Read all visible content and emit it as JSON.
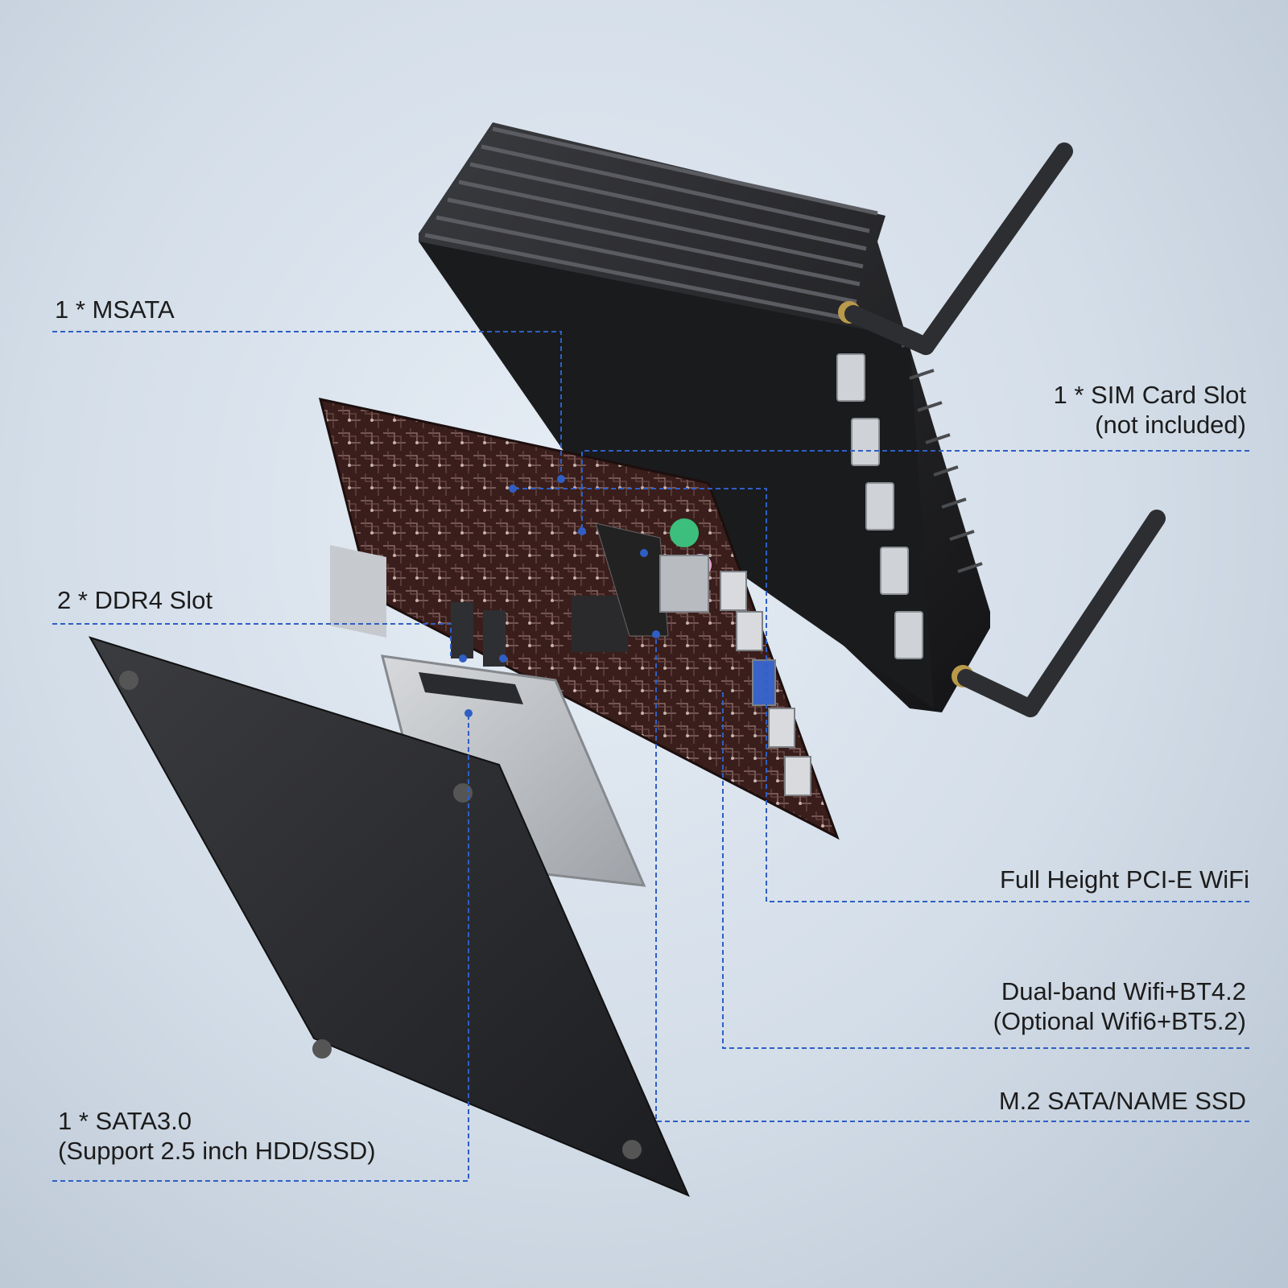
{
  "callouts": {
    "msata": {
      "text": "1 * MSATA"
    },
    "sim_card": {
      "line1": "1 * SIM Card Slot",
      "line2": "(not included)"
    },
    "ddr4": {
      "text": "2 * DDR4 Slot"
    },
    "pcie_wifi": {
      "text": "Full Height PCI-E WiFi"
    },
    "wifi_bt": {
      "line1": "Dual-band Wifi+BT4.2",
      "line2": "(Optional Wifi6+BT5.2)"
    },
    "m2_ssd": {
      "text": "M.2 SATA/NAME SSD"
    },
    "sata": {
      "line1": "1 * SATA3.0",
      "line2": "(Support 2.5 inch HDD/SSD)"
    }
  },
  "colors": {
    "leader_line": "#2f5fc4",
    "chassis": "#26272a",
    "motherboard": "#3a1e1c",
    "ram_cover": "#2b2c2f",
    "drive_bay": "#b9bcc0"
  },
  "icons": {
    "antennas": "wifi-antenna-icon",
    "ports": "rj45-port-icon"
  }
}
